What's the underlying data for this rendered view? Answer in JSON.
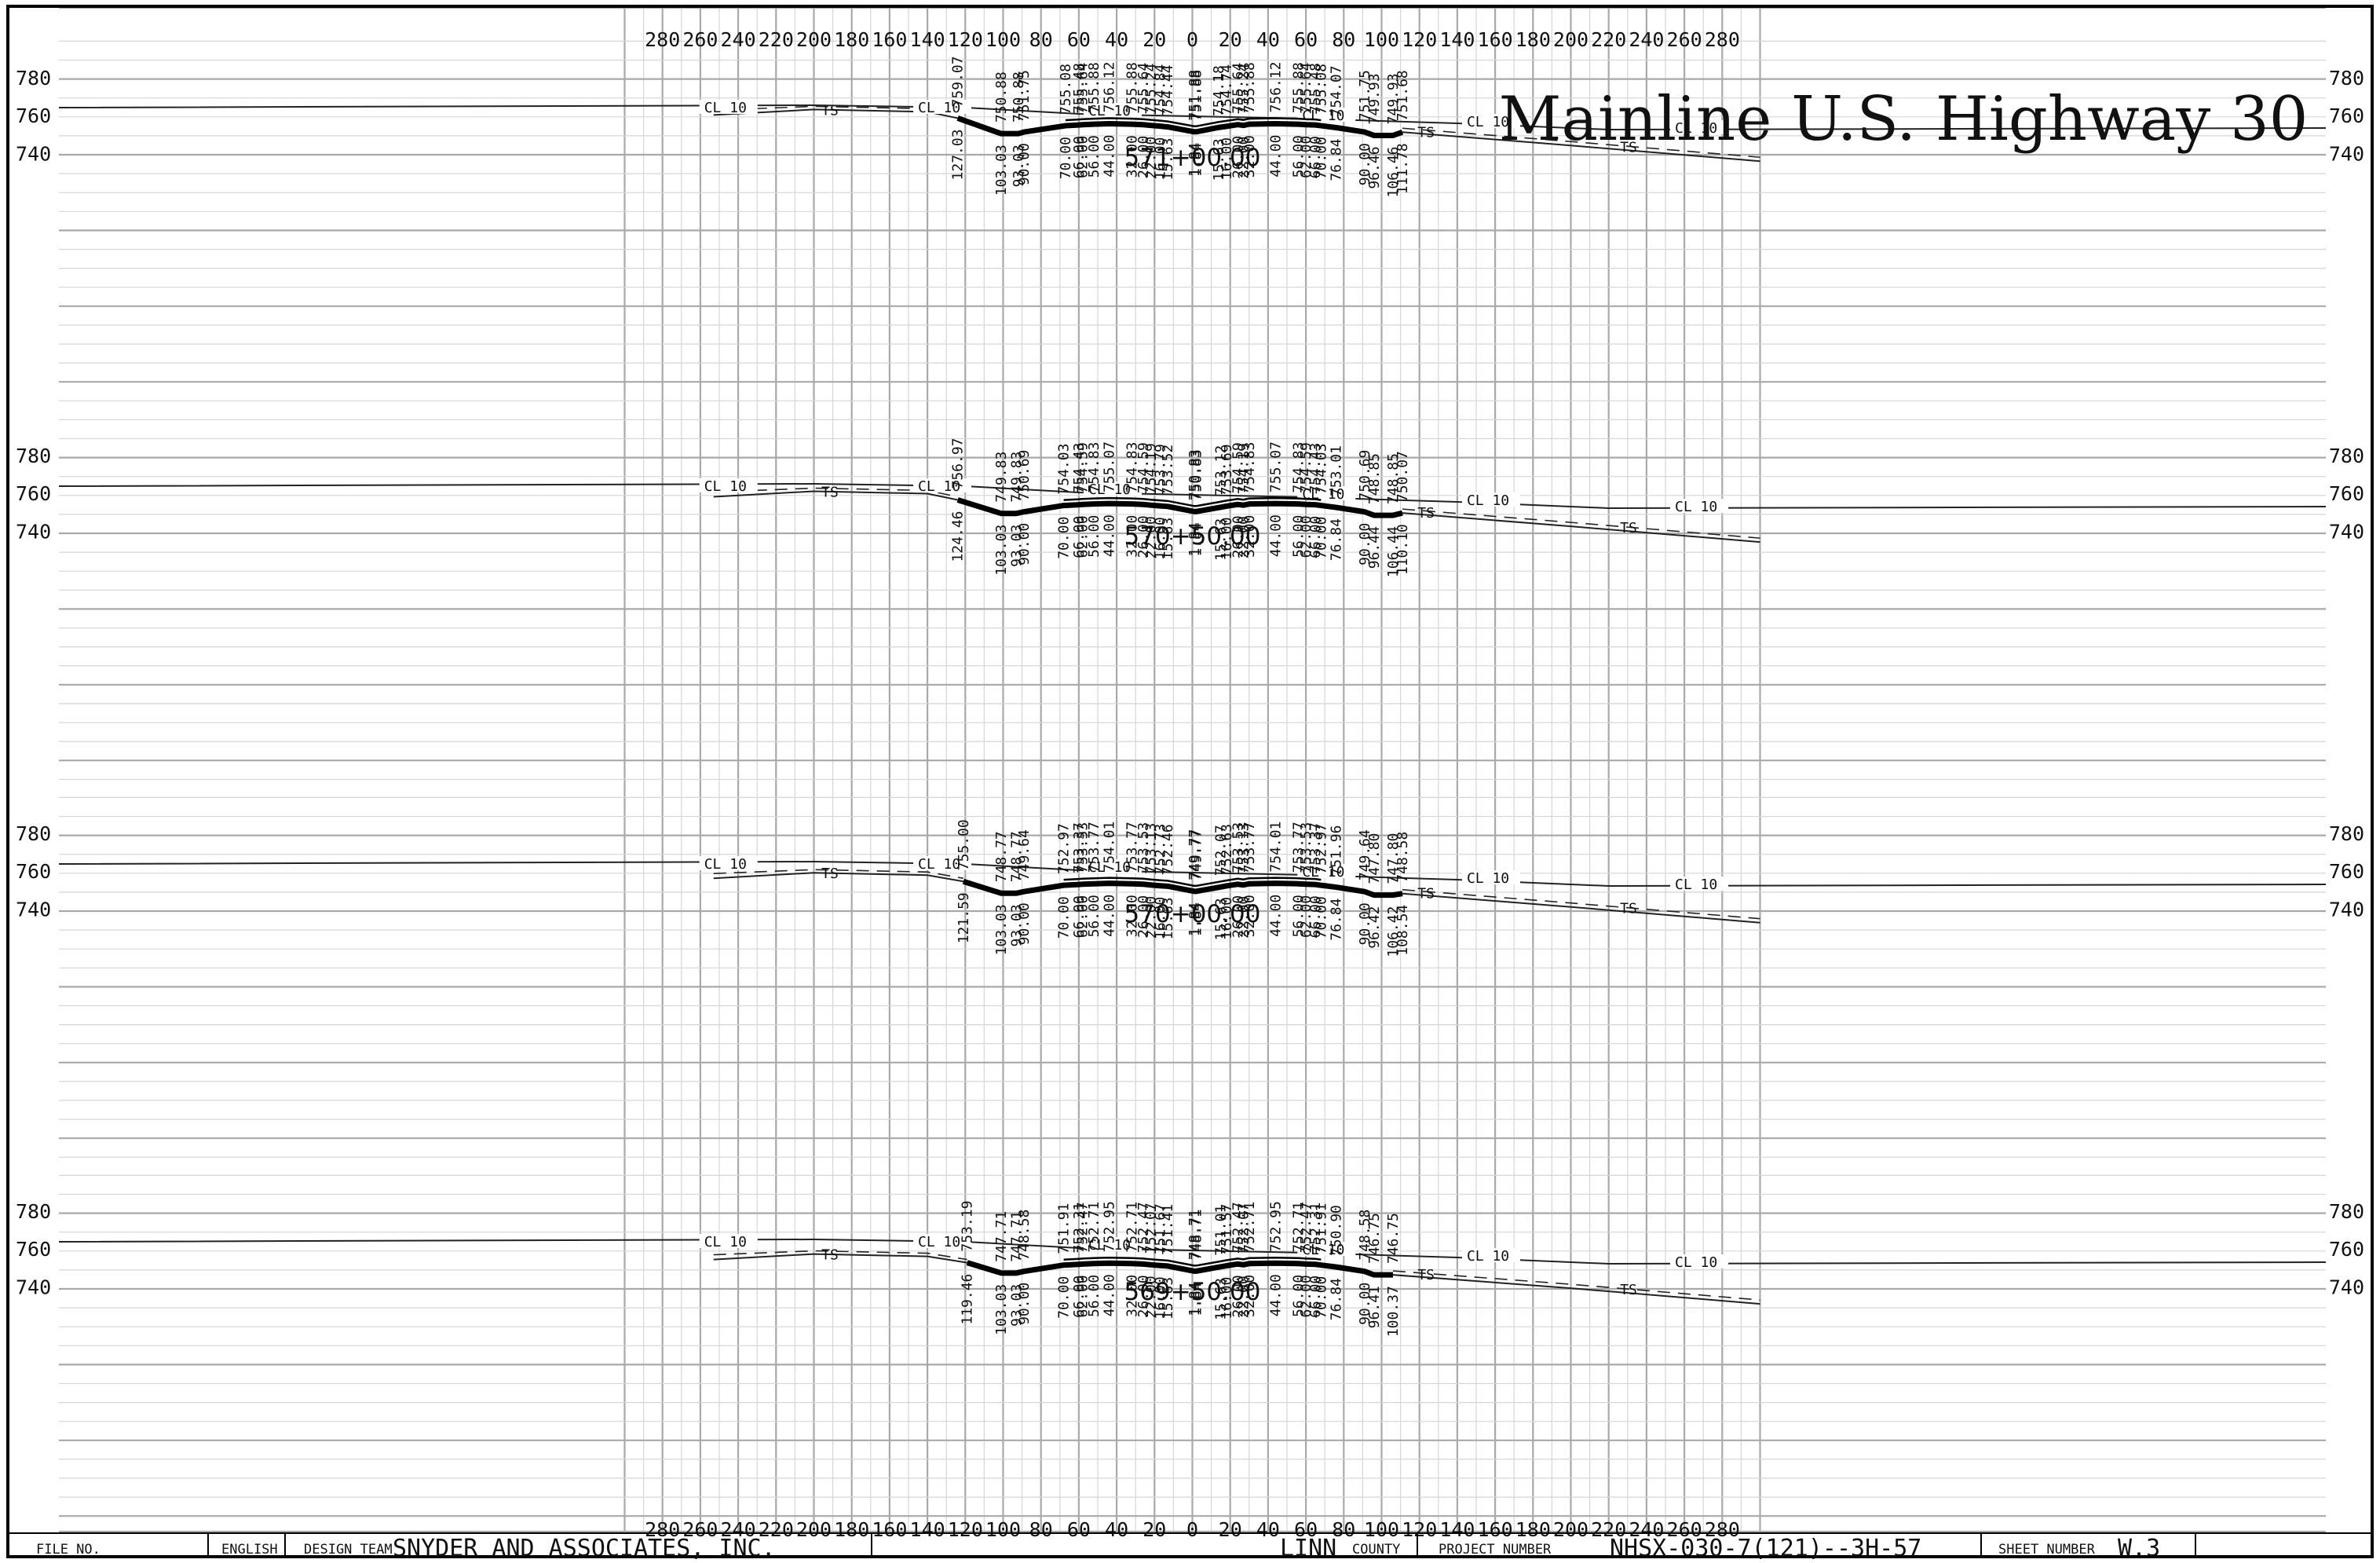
{
  "title": "Mainline U.S. Highway 30",
  "offset_scale": {
    "top": [
      "280",
      "260",
      "240",
      "220",
      "200",
      "180",
      "160",
      "140",
      "120",
      "100",
      "80",
      "60",
      "40",
      "20",
      "0",
      "20",
      "40",
      "60",
      "80",
      "100",
      "120",
      "140",
      "160",
      "180",
      "200",
      "220",
      "240",
      "260",
      "280"
    ],
    "bottom": [
      "280",
      "260",
      "240",
      "220",
      "200",
      "180",
      "160",
      "140",
      "120",
      "100",
      "80",
      "60",
      "40",
      "20",
      "0",
      "20",
      "40",
      "60",
      "80",
      "100",
      "120",
      "140",
      "160",
      "180",
      "200",
      "220",
      "240",
      "260",
      "280"
    ]
  },
  "sections": [
    {
      "station": "571+00.00",
      "elevations": [
        "780",
        "760",
        "740"
      ],
      "labels": {
        "ts": "TS",
        "cl": "CL 10"
      },
      "annotations": [
        {
          "off": -124,
          "up": "759.07",
          "down": "127.03"
        },
        {
          "off": -101,
          "up": "750.88",
          "down": "103.03"
        },
        {
          "off": -92,
          "up": "750.88",
          "down": "93.03"
        },
        {
          "off": -89,
          "up": "751.75",
          "down": "90.00"
        },
        {
          "off": -67,
          "up": "755.08",
          "down": "70.00"
        },
        {
          "off": -60,
          "up": "755.48",
          "down": "66.00"
        },
        {
          "off": -58,
          "up": "755.64",
          "down": "62.00"
        },
        {
          "off": -52,
          "up": "755.88",
          "down": "56.00"
        },
        {
          "off": -44,
          "up": "756.12",
          "down": "44.00"
        },
        {
          "off": -32,
          "up": "755.88",
          "down": "32.00"
        },
        {
          "off": -26,
          "up": "755.64",
          "down": "26.00"
        },
        {
          "off": -22,
          "up": "755.24",
          "down": "22.00"
        },
        {
          "off": -17,
          "up": "754.84",
          "down": "16.00"
        },
        {
          "off": -13,
          "up": "754.44",
          "down": "15.63"
        },
        {
          "off": 2,
          "up": "751.88",
          "down": "1.84"
        },
        {
          "off": 1,
          "up": "751.88",
          "down": "1.84"
        },
        {
          "off": 14,
          "up": "754.18",
          "down": "15.63"
        },
        {
          "off": 18,
          "up": "754.74",
          "down": "16.00"
        },
        {
          "off": 24,
          "up": "755.64",
          "down": "26.00"
        },
        {
          "off": 27,
          "up": "755.24",
          "down": "22.00"
        },
        {
          "off": 30,
          "up": "755.88",
          "down": "32.00"
        },
        {
          "off": 44,
          "up": "756.12",
          "down": "44.00"
        },
        {
          "off": 56,
          "up": "755.88",
          "down": "56.00"
        },
        {
          "off": 60,
          "up": "755.64",
          "down": "62.00"
        },
        {
          "off": 65,
          "up": "755.48",
          "down": "66.00"
        },
        {
          "off": 68,
          "up": "755.08",
          "down": "70.00"
        },
        {
          "off": 76,
          "up": "754.07",
          "down": "76.84"
        },
        {
          "off": 91,
          "up": "751.75",
          "down": "90.00"
        },
        {
          "off": 96,
          "up": "749.93",
          "down": "96.46"
        },
        {
          "off": 106,
          "up": "749.93",
          "down": "106.46"
        },
        {
          "off": 111,
          "up": "751.68",
          "down": "111.78"
        }
      ]
    },
    {
      "station": "570+50.00",
      "elevations": [
        "780",
        "760",
        "740"
      ],
      "labels": {
        "ts": "TS",
        "cl": "CL 10"
      },
      "annotations": [
        {
          "off": -124,
          "up": "756.97",
          "down": "124.46"
        },
        {
          "off": -101,
          "up": "749.83",
          "down": "103.03"
        },
        {
          "off": -93,
          "up": "749.83",
          "down": "93.03"
        },
        {
          "off": -89,
          "up": "750.69",
          "down": "90.00"
        },
        {
          "off": -68,
          "up": "754.03",
          "down": "70.00"
        },
        {
          "off": -60,
          "up": "754.43",
          "down": "66.00"
        },
        {
          "off": -58,
          "up": "754.59",
          "down": "62.00"
        },
        {
          "off": -52,
          "up": "754.83",
          "down": "56.00"
        },
        {
          "off": -44,
          "up": "755.07",
          "down": "44.00"
        },
        {
          "off": -32,
          "up": "754.83",
          "down": "32.00"
        },
        {
          "off": -26,
          "up": "754.59",
          "down": "26.00"
        },
        {
          "off": -22,
          "up": "754.19",
          "down": "22.00"
        },
        {
          "off": -17,
          "up": "753.79",
          "down": "16.00"
        },
        {
          "off": -13,
          "up": "753.52",
          "down": "15.63"
        },
        {
          "off": 2,
          "up": "750.83",
          "down": "1.84"
        },
        {
          "off": 1,
          "up": "750.83",
          "down": "1.84"
        },
        {
          "off": 15,
          "up": "753.12",
          "down": "15.63"
        },
        {
          "off": 18,
          "up": "753.69",
          "down": "16.00"
        },
        {
          "off": 24,
          "up": "754.59",
          "down": "26.00"
        },
        {
          "off": 27,
          "up": "754.19",
          "down": "22.00"
        },
        {
          "off": 30,
          "up": "754.83",
          "down": "32.00"
        },
        {
          "off": 44,
          "up": "755.07",
          "down": "44.00"
        },
        {
          "off": 56,
          "up": "754.83",
          "down": "56.00"
        },
        {
          "off": 60,
          "up": "754.59",
          "down": "62.00"
        },
        {
          "off": 65,
          "up": "754.43",
          "down": "66.00"
        },
        {
          "off": 68,
          "up": "754.03",
          "down": "70.00"
        },
        {
          "off": 76,
          "up": "753.01",
          "down": "76.84"
        },
        {
          "off": 91,
          "up": "750.69",
          "down": "90.00"
        },
        {
          "off": 96,
          "up": "748.85",
          "down": "96.44"
        },
        {
          "off": 106,
          "up": "748.85",
          "down": "106.44"
        },
        {
          "off": 111,
          "up": "750.07",
          "down": "110.10"
        }
      ]
    },
    {
      "station": "570+00.00",
      "elevations": [
        "780",
        "760",
        "740"
      ],
      "labels": {
        "ts": "TS",
        "cl": "CL 10"
      },
      "annotations": [
        {
          "off": -121,
          "up": "755.00",
          "down": "121.59"
        },
        {
          "off": -101,
          "up": "748.77",
          "down": "103.03"
        },
        {
          "off": -93,
          "up": "748.77",
          "down": "93.03"
        },
        {
          "off": -89,
          "up": "749.64",
          "down": "90.00"
        },
        {
          "off": -68,
          "up": "752.97",
          "down": "70.00"
        },
        {
          "off": -60,
          "up": "753.37",
          "down": "66.00"
        },
        {
          "off": -58,
          "up": "753.53",
          "down": "62.00"
        },
        {
          "off": -52,
          "up": "753.77",
          "down": "56.00"
        },
        {
          "off": -44,
          "up": "754.01",
          "down": "44.00"
        },
        {
          "off": -32,
          "up": "753.77",
          "down": "32.00"
        },
        {
          "off": -26,
          "up": "753.53",
          "down": "26.00"
        },
        {
          "off": -22,
          "up": "753.13",
          "down": "22.00"
        },
        {
          "off": -17,
          "up": "752.73",
          "down": "16.00"
        },
        {
          "off": -13,
          "up": "752.46",
          "down": "15.63"
        },
        {
          "off": 2,
          "up": "749.77",
          "down": "1.84"
        },
        {
          "off": 1,
          "up": "749.77",
          "down": "1.84"
        },
        {
          "off": 15,
          "up": "752.07",
          "down": "15.63"
        },
        {
          "off": 18,
          "up": "752.63",
          "down": "16.00"
        },
        {
          "off": 24,
          "up": "753.53",
          "down": "26.00"
        },
        {
          "off": 27,
          "up": "753.13",
          "down": "22.00"
        },
        {
          "off": 30,
          "up": "753.77",
          "down": "32.00"
        },
        {
          "off": 44,
          "up": "754.01",
          "down": "44.00"
        },
        {
          "off": 56,
          "up": "753.77",
          "down": "56.00"
        },
        {
          "off": 60,
          "up": "753.53",
          "down": "62.00"
        },
        {
          "off": 65,
          "up": "753.37",
          "down": "66.00"
        },
        {
          "off": 68,
          "up": "752.97",
          "down": "70.00"
        },
        {
          "off": 76,
          "up": "751.96",
          "down": "76.84"
        },
        {
          "off": 91,
          "up": "749.64",
          "down": "90.00"
        },
        {
          "off": 96,
          "up": "747.80",
          "down": "96.42"
        },
        {
          "off": 106,
          "up": "747.80",
          "down": "106.42"
        },
        {
          "off": 111,
          "up": "748.58",
          "down": "108.54"
        }
      ]
    },
    {
      "station": "569+50.00",
      "elevations": [
        "780",
        "760",
        "740"
      ],
      "labels": {
        "ts": "TS",
        "cl": "CL 10"
      },
      "annotations": [
        {
          "off": -119,
          "up": "753.19",
          "down": "119.46"
        },
        {
          "off": -101,
          "up": "747.71",
          "down": "103.03"
        },
        {
          "off": -93,
          "up": "747.71",
          "down": "93.03"
        },
        {
          "off": -89,
          "up": "748.58",
          "down": "90.00"
        },
        {
          "off": -68,
          "up": "751.91",
          "down": "70.00"
        },
        {
          "off": -60,
          "up": "752.31",
          "down": "66.00"
        },
        {
          "off": -58,
          "up": "752.47",
          "down": "62.00"
        },
        {
          "off": -52,
          "up": "752.71",
          "down": "56.00"
        },
        {
          "off": -44,
          "up": "752.95",
          "down": "44.00"
        },
        {
          "off": -32,
          "up": "752.71",
          "down": "32.00"
        },
        {
          "off": -26,
          "up": "752.47",
          "down": "26.00"
        },
        {
          "off": -22,
          "up": "752.07",
          "down": "22.00"
        },
        {
          "off": -17,
          "up": "751.67",
          "down": "16.00"
        },
        {
          "off": -13,
          "up": "751.41",
          "down": "15.63"
        },
        {
          "off": 2,
          "up": "748.71",
          "down": "1.84"
        },
        {
          "off": 1,
          "up": "748.71",
          "down": "1.84"
        },
        {
          "off": 15,
          "up": "751.01",
          "down": "15.63"
        },
        {
          "off": 18,
          "up": "751.57",
          "down": "16.00"
        },
        {
          "off": 24,
          "up": "752.47",
          "down": "26.00"
        },
        {
          "off": 27,
          "up": "752.07",
          "down": "22.00"
        },
        {
          "off": 30,
          "up": "752.71",
          "down": "32.00"
        },
        {
          "off": 44,
          "up": "752.95",
          "down": "44.00"
        },
        {
          "off": 56,
          "up": "752.71",
          "down": "56.00"
        },
        {
          "off": 60,
          "up": "752.47",
          "down": "62.00"
        },
        {
          "off": 65,
          "up": "752.31",
          "down": "66.00"
        },
        {
          "off": 68,
          "up": "751.91",
          "down": "70.00"
        },
        {
          "off": 76,
          "up": "750.90",
          "down": "76.84"
        },
        {
          "off": 91,
          "up": "748.58",
          "down": "90.00"
        },
        {
          "off": 96,
          "up": "746.75",
          "down": "96.41"
        },
        {
          "off": 106,
          "up": "746.75",
          "down": "100.37"
        }
      ]
    }
  ],
  "title_block": {
    "file_no_label": "FILE NO.",
    "units": "ENGLISH",
    "design_team_label": "DESIGN TEAM",
    "design_team": "SNYDER AND ASSOCIATES, INC.",
    "county": "LINN",
    "county_label": "COUNTY",
    "project_number_label": "PROJECT NUMBER",
    "project_number": "NHSX-030-7(121)--3H-57",
    "sheet_number_label": "SHEET NUMBER",
    "sheet_number": "W.3"
  }
}
